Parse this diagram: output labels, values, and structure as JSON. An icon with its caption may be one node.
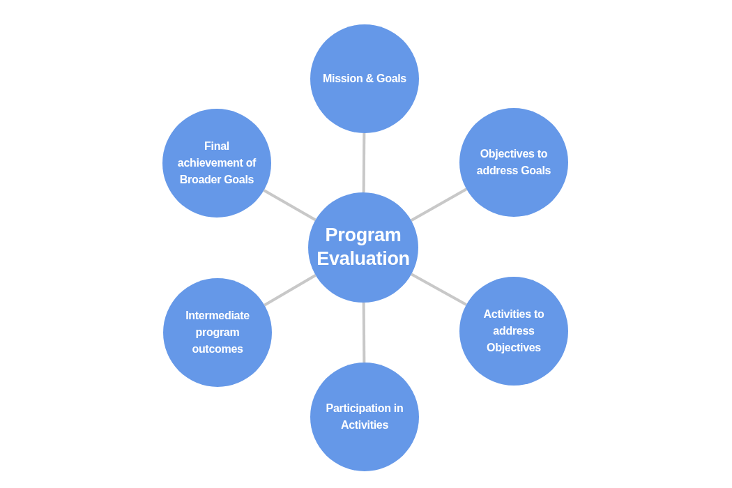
{
  "diagram": {
    "nodes": [
      {
        "text": [
          "Mission & Goals"
        ]
      },
      {
        "text": [
          "Final achievement of Broader Goals"
        ]
      },
      {
        "text": [
          "Objectives to address Goals"
        ]
      },
      {
        "text": [
          "Program Evaluation"
        ]
      },
      {
        "text": [
          "Intermediate program outcomes"
        ]
      },
      {
        "text": [
          "Activities to address Objectives"
        ]
      },
      {
        "text": [
          "Participation in Activities"
        ]
      }
    ],
    "edges": [
      {
        "from": 3,
        "to": 0,
        "arrow": "none"
      },
      {
        "from": 3,
        "to": 2,
        "arrow": "none"
      },
      {
        "from": 3,
        "to": 5,
        "arrow": "none"
      },
      {
        "from": 3,
        "to": 6,
        "arrow": "none"
      },
      {
        "from": 3,
        "to": 4,
        "arrow": "none"
      },
      {
        "from": 3,
        "to": 1,
        "arrow": "none"
      }
    ]
  }
}
